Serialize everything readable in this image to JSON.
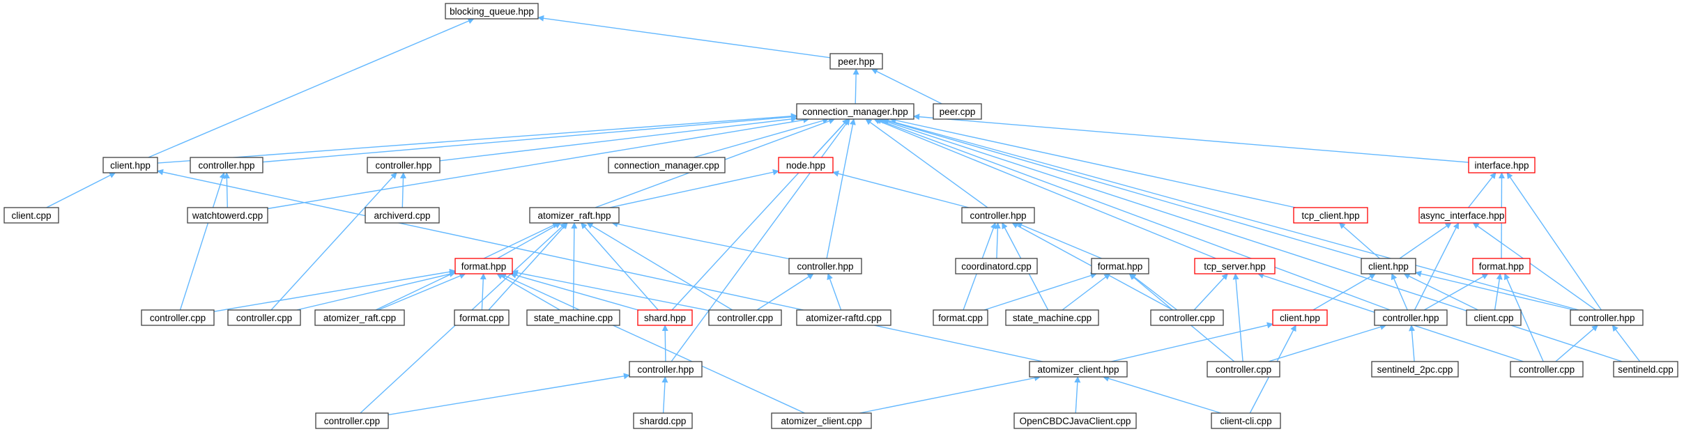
{
  "diagram": {
    "type": "include-dependency-graph",
    "colors": {
      "edge": "#63b8ff",
      "root_fill": "#999999",
      "border": "#404040",
      "truncated_border": "#ff0000"
    },
    "nodes": [
      {
        "id": "root",
        "label": "blocking_queue.hpp",
        "style": "root"
      },
      {
        "id": "peer_hpp",
        "label": "peer.hpp"
      },
      {
        "id": "peer_cpp",
        "label": "peer.cpp"
      },
      {
        "id": "cm_hpp",
        "label": "connection_manager.hpp"
      },
      {
        "id": "client_hpp_l",
        "label": "client.hpp"
      },
      {
        "id": "client_cpp_l",
        "label": "client.cpp"
      },
      {
        "id": "ctrl_hpp_a",
        "label": "controller.hpp"
      },
      {
        "id": "watchtowerd",
        "label": "watchtowerd.cpp"
      },
      {
        "id": "ctrl_hpp_b",
        "label": "controller.hpp"
      },
      {
        "id": "archiverd",
        "label": "archiverd.cpp"
      },
      {
        "id": "cm_cpp",
        "label": "connection_manager.cpp"
      },
      {
        "id": "node_hpp",
        "label": "node.hpp",
        "style": "truncated"
      },
      {
        "id": "araft_hpp",
        "label": "atomizer_raft.hpp"
      },
      {
        "id": "format_hpp_1",
        "label": "format.hpp",
        "style": "truncated"
      },
      {
        "id": "ctrl_cpp_1",
        "label": "controller.cpp"
      },
      {
        "id": "ctrl_cpp_2",
        "label": "controller.cpp"
      },
      {
        "id": "araft_cpp",
        "label": "atomizer_raft.cpp"
      },
      {
        "id": "format_cpp_1",
        "label": "format.cpp"
      },
      {
        "id": "sm_cpp_1",
        "label": "state_machine.cpp"
      },
      {
        "id": "shard_hpp",
        "label": "shard.hpp",
        "style": "truncated"
      },
      {
        "id": "ctrl_cpp_3",
        "label": "controller.cpp"
      },
      {
        "id": "ctrl_hpp_c",
        "label": "controller.hpp"
      },
      {
        "id": "araftd",
        "label": "atomizer-raftd.cpp"
      },
      {
        "id": "ctrl_hpp_d",
        "label": "controller.hpp"
      },
      {
        "id": "shardd",
        "label": "shardd.cpp"
      },
      {
        "id": "ctrl_cpp_4",
        "label": "controller.cpp"
      },
      {
        "id": "aclient_cpp",
        "label": "atomizer_client.cpp"
      },
      {
        "id": "ctrl_hpp_e",
        "label": "controller.hpp"
      },
      {
        "id": "coordinatord",
        "label": "coordinatord.cpp"
      },
      {
        "id": "format_hpp_2",
        "label": "format.hpp"
      },
      {
        "id": "format_cpp_2",
        "label": "format.cpp"
      },
      {
        "id": "sm_cpp_2",
        "label": "state_machine.cpp"
      },
      {
        "id": "ctrl_cpp_5",
        "label": "controller.cpp"
      },
      {
        "id": "tcp_server",
        "label": "tcp_server.hpp",
        "style": "truncated"
      },
      {
        "id": "ctrl_cpp_6",
        "label": "controller.cpp"
      },
      {
        "id": "aclient_hpp",
        "label": "atomizer_client.hpp"
      },
      {
        "id": "ocbdc",
        "label": "OpenCBDCJavaClient.cpp"
      },
      {
        "id": "client_cli",
        "label": "client-cli.cpp"
      },
      {
        "id": "tcp_client",
        "label": "tcp_client.hpp",
        "style": "truncated"
      },
      {
        "id": "interface_hpp",
        "label": "interface.hpp",
        "style": "truncated"
      },
      {
        "id": "async_iface",
        "label": "async_interface.hpp",
        "style": "truncated"
      },
      {
        "id": "format_hpp_3",
        "label": "format.hpp",
        "style": "truncated"
      },
      {
        "id": "client_hpp_m",
        "label": "client.hpp"
      },
      {
        "id": "client_hpp_r",
        "label": "client.hpp",
        "style": "truncated"
      },
      {
        "id": "ctrl_hpp_f",
        "label": "controller.hpp"
      },
      {
        "id": "client_cpp_r",
        "label": "client.cpp"
      },
      {
        "id": "ctrl_hpp_g",
        "label": "controller.hpp"
      },
      {
        "id": "sentineld_2pc",
        "label": "sentineld_2pc.cpp"
      },
      {
        "id": "ctrl_cpp_7",
        "label": "controller.cpp"
      },
      {
        "id": "sentineld",
        "label": "sentineld.cpp"
      }
    ],
    "edges": [
      {
        "from": "client_hpp_l",
        "to": "root"
      },
      {
        "from": "peer_hpp",
        "to": "root"
      },
      {
        "from": "cm_hpp",
        "to": "peer_hpp"
      },
      {
        "from": "peer_cpp",
        "to": "peer_hpp"
      },
      {
        "from": "client_hpp_l",
        "to": "cm_hpp"
      },
      {
        "from": "ctrl_hpp_a",
        "to": "cm_hpp"
      },
      {
        "from": "watchtowerd",
        "to": "cm_hpp"
      },
      {
        "from": "ctrl_hpp_b",
        "to": "cm_hpp"
      },
      {
        "from": "cm_cpp",
        "to": "cm_hpp"
      },
      {
        "from": "node_hpp",
        "to": "cm_hpp"
      },
      {
        "from": "araft_hpp",
        "to": "cm_hpp"
      },
      {
        "from": "shard_hpp",
        "to": "cm_hpp"
      },
      {
        "from": "ctrl_hpp_d",
        "to": "cm_hpp"
      },
      {
        "from": "ctrl_hpp_c",
        "to": "cm_hpp"
      },
      {
        "from": "ctrl_hpp_e",
        "to": "cm_hpp"
      },
      {
        "from": "tcp_server",
        "to": "cm_hpp"
      },
      {
        "from": "tcp_client",
        "to": "cm_hpp"
      },
      {
        "from": "interface_hpp",
        "to": "cm_hpp"
      },
      {
        "from": "client_hpp_m",
        "to": "cm_hpp"
      },
      {
        "from": "ctrl_hpp_f",
        "to": "cm_hpp"
      },
      {
        "from": "ctrl_hpp_g",
        "to": "cm_hpp"
      },
      {
        "from": "sentineld",
        "to": "cm_hpp"
      },
      {
        "from": "client_cpp_l",
        "to": "client_hpp_l"
      },
      {
        "from": "aclient_hpp",
        "to": "client_hpp_l"
      },
      {
        "from": "watchtowerd",
        "to": "ctrl_hpp_a"
      },
      {
        "from": "ctrl_cpp_1",
        "to": "ctrl_hpp_a"
      },
      {
        "from": "archiverd",
        "to": "ctrl_hpp_b"
      },
      {
        "from": "ctrl_cpp_2",
        "to": "ctrl_hpp_b"
      },
      {
        "from": "araft_hpp",
        "to": "node_hpp"
      },
      {
        "from": "ctrl_hpp_e",
        "to": "node_hpp"
      },
      {
        "from": "format_hpp_1",
        "to": "araft_hpp"
      },
      {
        "from": "araft_cpp",
        "to": "araft_hpp"
      },
      {
        "from": "format_cpp_1",
        "to": "araft_hpp"
      },
      {
        "from": "sm_cpp_1",
        "to": "araft_hpp"
      },
      {
        "from": "shard_hpp",
        "to": "araft_hpp"
      },
      {
        "from": "ctrl_cpp_3",
        "to": "araft_hpp"
      },
      {
        "from": "ctrl_hpp_c",
        "to": "araft_hpp"
      },
      {
        "from": "ctrl_cpp_4",
        "to": "araft_hpp"
      },
      {
        "from": "ctrl_cpp_1",
        "to": "format_hpp_1"
      },
      {
        "from": "ctrl_cpp_2",
        "to": "format_hpp_1"
      },
      {
        "from": "araft_cpp",
        "to": "format_hpp_1"
      },
      {
        "from": "format_cpp_1",
        "to": "format_hpp_1"
      },
      {
        "from": "sm_cpp_1",
        "to": "format_hpp_1"
      },
      {
        "from": "shard_hpp",
        "to": "format_hpp_1"
      },
      {
        "from": "ctrl_cpp_3",
        "to": "format_hpp_1"
      },
      {
        "from": "aclient_cpp",
        "to": "format_hpp_1"
      },
      {
        "from": "ctrl_cpp_3",
        "to": "ctrl_hpp_c"
      },
      {
        "from": "araftd",
        "to": "ctrl_hpp_c"
      },
      {
        "from": "ctrl_hpp_d",
        "to": "shard_hpp"
      },
      {
        "from": "shardd",
        "to": "ctrl_hpp_d"
      },
      {
        "from": "ctrl_cpp_4",
        "to": "ctrl_hpp_d"
      },
      {
        "from": "coordinatord",
        "to": "ctrl_hpp_e"
      },
      {
        "from": "format_hpp_2",
        "to": "ctrl_hpp_e"
      },
      {
        "from": "format_cpp_2",
        "to": "ctrl_hpp_e"
      },
      {
        "from": "sm_cpp_2",
        "to": "ctrl_hpp_e"
      },
      {
        "from": "ctrl_cpp_5",
        "to": "ctrl_hpp_e"
      },
      {
        "from": "format_cpp_2",
        "to": "format_hpp_2"
      },
      {
        "from": "sm_cpp_2",
        "to": "format_hpp_2"
      },
      {
        "from": "ctrl_cpp_5",
        "to": "format_hpp_2"
      },
      {
        "from": "ctrl_cpp_6",
        "to": "format_hpp_2"
      },
      {
        "from": "ctrl_cpp_5",
        "to": "tcp_server"
      },
      {
        "from": "ctrl_cpp_6",
        "to": "tcp_server"
      },
      {
        "from": "ctrl_cpp_7",
        "to": "tcp_server"
      },
      {
        "from": "aclient_cpp",
        "to": "aclient_hpp"
      },
      {
        "from": "ocbdc",
        "to": "aclient_hpp"
      },
      {
        "from": "client_cli",
        "to": "aclient_hpp"
      },
      {
        "from": "client_hpp_m",
        "to": "tcp_client"
      },
      {
        "from": "async_iface",
        "to": "interface_hpp"
      },
      {
        "from": "format_hpp_3",
        "to": "interface_hpp"
      },
      {
        "from": "ctrl_hpp_g",
        "to": "interface_hpp"
      },
      {
        "from": "client_hpp_m",
        "to": "async_iface"
      },
      {
        "from": "ctrl_hpp_f",
        "to": "async_iface"
      },
      {
        "from": "ctrl_hpp_g",
        "to": "async_iface"
      },
      {
        "from": "client_hpp_r",
        "to": "client_hpp_m"
      },
      {
        "from": "ctrl_hpp_f",
        "to": "client_hpp_m"
      },
      {
        "from": "client_cpp_r",
        "to": "client_hpp_m"
      },
      {
        "from": "ctrl_hpp_g",
        "to": "client_hpp_m"
      },
      {
        "from": "ctrl_hpp_f",
        "to": "format_hpp_3"
      },
      {
        "from": "client_cpp_r",
        "to": "format_hpp_3"
      },
      {
        "from": "ctrl_cpp_7",
        "to": "format_hpp_3"
      },
      {
        "from": "aclient_hpp",
        "to": "client_hpp_r"
      },
      {
        "from": "client_cli",
        "to": "client_hpp_r"
      },
      {
        "from": "sentineld_2pc",
        "to": "ctrl_hpp_f"
      },
      {
        "from": "ctrl_cpp_6",
        "to": "ctrl_hpp_f"
      },
      {
        "from": "ctrl_cpp_7",
        "to": "ctrl_hpp_g"
      },
      {
        "from": "sentineld",
        "to": "ctrl_hpp_g"
      }
    ]
  }
}
